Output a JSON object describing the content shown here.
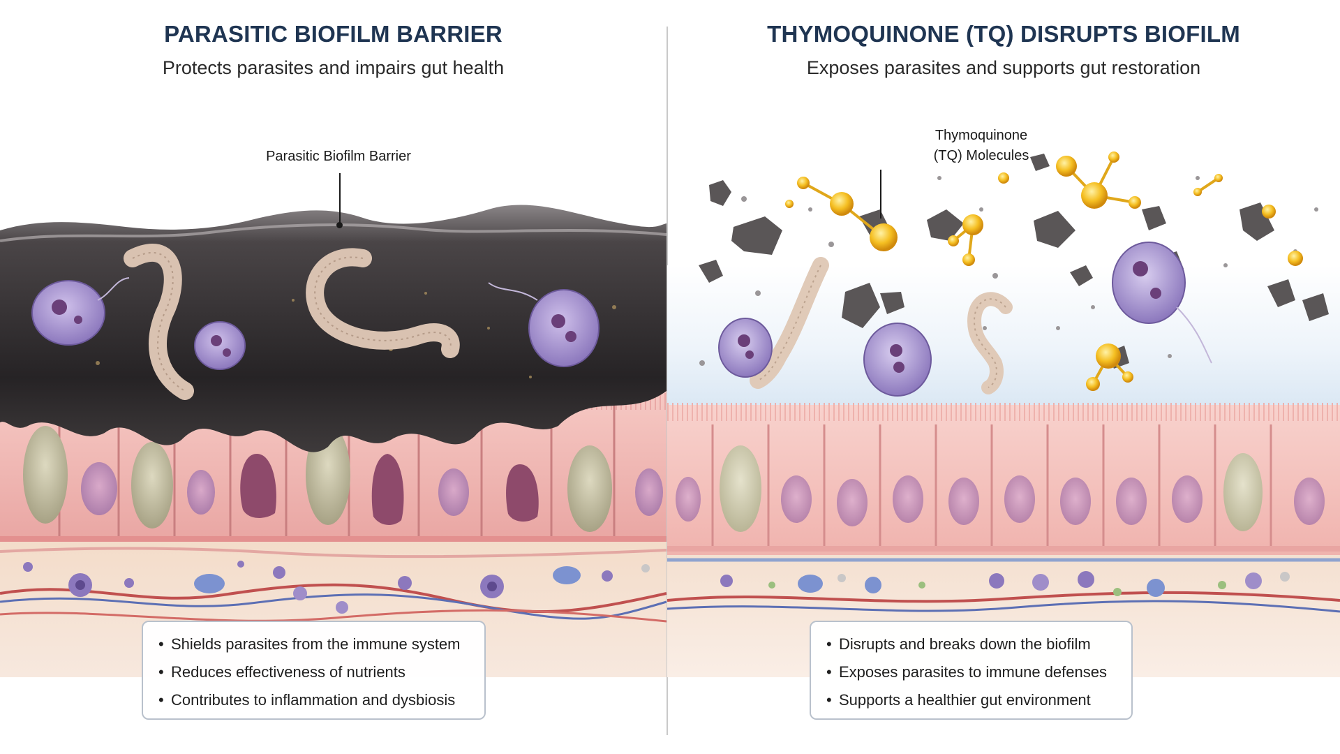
{
  "left": {
    "title": "PARASITIC BIOFILM BARRIER",
    "subtitle": "Protects parasites and impairs gut health",
    "callout": "Parasitic Biofilm Barrier",
    "bullets": [
      "Shields parasites from the immune system",
      "Reduces effectiveness of nutrients",
      "Contributes to inflammation and dysbiosis"
    ]
  },
  "right": {
    "title": "THYMOQUINONE (TQ) DISRUPTS BIOFILM",
    "subtitle": "Exposes parasites and supports gut restoration",
    "callout_line1": "Thymoquinone",
    "callout_line2": "(TQ) Molecules",
    "bullets": [
      "Disrupts and breaks down the biofilm",
      "Exposes parasites to immune defenses",
      "Supports a healthier gut environment"
    ]
  },
  "colors": {
    "title": "#1f3552",
    "biofilm": "#3a3638",
    "epithelium": "#f2b8b4",
    "parasite": "#a390c9",
    "tq_molecule": "#f2b51f"
  },
  "icons": [
    "parasite-cell-icon",
    "worm-icon",
    "tq-molecule-icon",
    "biofilm-fragment-icon",
    "goblet-cell-icon"
  ]
}
